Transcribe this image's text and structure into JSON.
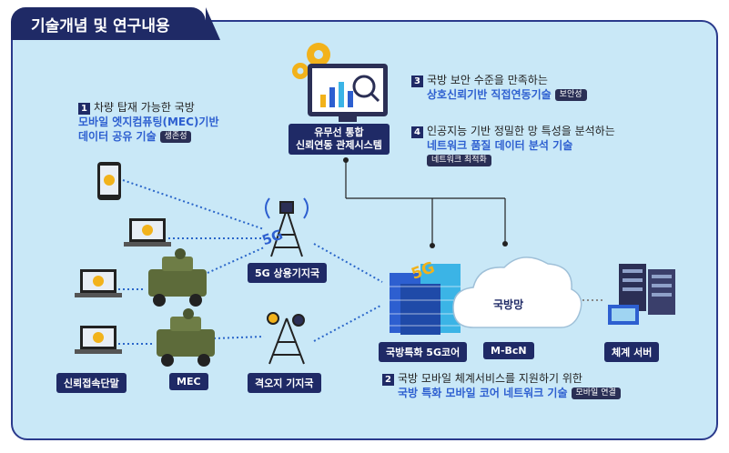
{
  "title": "기술개념 및 연구내용",
  "items": [
    {
      "num": "1",
      "line1": "차량 탑재 가능한 국방",
      "line2": "모바일 엣지컴퓨팅(MEC)기반",
      "line3": "데이터 공유 기술",
      "tag": "생존성"
    },
    {
      "num": "2",
      "line1": "국방 모바일 체계서비스를 지원하기 위한",
      "line2": "국방 특화 모바일 코어 네트워크 기술",
      "tag": "모바일 연결"
    },
    {
      "num": "3",
      "line1": "국방 보안 수준을 만족하는",
      "line2": "상호신뢰기반 직접연동기술",
      "tag": "보안성"
    },
    {
      "num": "4",
      "line1": "인공지능 기반 정밀한 망 특성을 분석하는",
      "line2": "네트워크 품질 데이터 분석 기술",
      "tag": "네트워크 최적화"
    }
  ],
  "labels": {
    "control": [
      "유무선 통합",
      "신뢰연동 관제시스템"
    ],
    "terminal": "신뢰접속단말",
    "mec": "MEC",
    "bs5g": "5G 상용기지국",
    "remote": "격오지 기지국",
    "core": "국방특화 5G코어",
    "mbcn": "M-BcN",
    "server": "체계 서버",
    "cloud": "국방망",
    "badge5g": "5G",
    "core5g": "5G"
  },
  "colors": {
    "navy": "#1f2a66",
    "highlight": "#2d5fd0",
    "panel": "#c9e8f7",
    "wire": "#2a66c9"
  }
}
